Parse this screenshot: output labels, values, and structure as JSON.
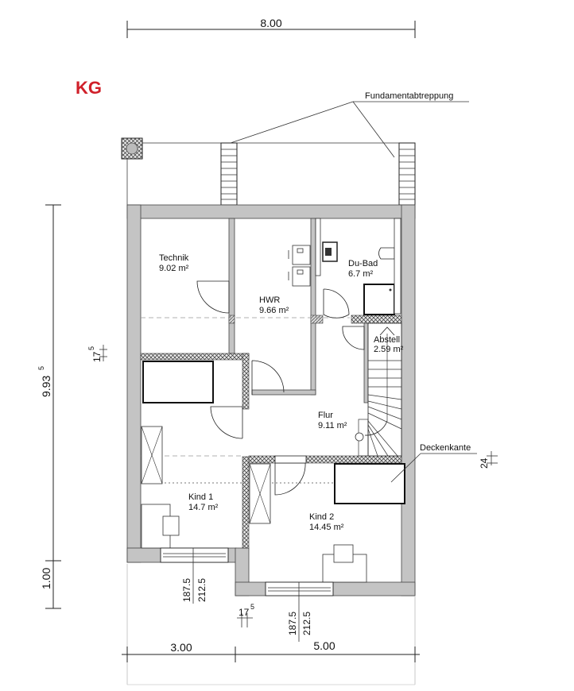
{
  "plan": {
    "floor_label": "KG",
    "floor_label_color": "#d0202a",
    "annotations": {
      "foundation_step": "Fundamentabtreppung",
      "ceiling_edge": "Deckenkante"
    },
    "rooms": [
      {
        "name": "Technik",
        "area": "9.02 m²"
      },
      {
        "name": "HWR",
        "area": "9.66 m²"
      },
      {
        "name": "Du-Bad",
        "area": "6.7 m²"
      },
      {
        "name": "Abstell",
        "area": "2.59 m²"
      },
      {
        "name": "Flur",
        "area": "9.11 m²"
      },
      {
        "name": "Kind 1",
        "area": "14.7 m²"
      },
      {
        "name": "Kind 2",
        "area": "14.45 m²"
      }
    ],
    "dimensions": {
      "top_total": "8.00",
      "left_height": "9.93",
      "left_height_sup": "5",
      "left_offset": "1.00",
      "wall_thickness_left": "17",
      "wall_thickness_left_sup": "5",
      "wall_thickness_bottom": "17",
      "wall_thickness_bottom_sup": "5",
      "right_small": "24",
      "bottom_left": "3.00",
      "bottom_right": "5.00",
      "window1_sill": "187.5",
      "window1_head": "212.5",
      "window2_sill": "187.5",
      "window2_head": "212.5"
    }
  }
}
